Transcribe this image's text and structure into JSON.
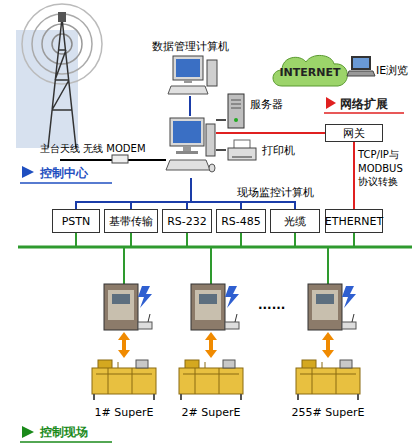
{
  "diagram": {
    "nodes": [
      {
        "text": [
          "数据管理计算机"
        ]
      },
      {
        "text": [
          "服务器"
        ]
      },
      {
        "text": [
          "打印机"
        ]
      },
      {
        "text": [
          "现场监控计算机"
        ]
      },
      {
        "text": [
          "INTERNET"
        ]
      },
      {
        "text": [
          "IE浏览"
        ]
      },
      {
        "text": [
          "网关"
        ]
      },
      {
        "text": [
          "PSTN"
        ]
      },
      {
        "text": [
          "基带传输"
        ]
      },
      {
        "text": [
          "RS-232"
        ]
      },
      {
        "text": [
          "RS-485"
        ]
      },
      {
        "text": [
          "光缆"
        ]
      },
      {
        "text": [
          "ETHERNET"
        ]
      },
      {
        "text": [
          "1# SuperE"
        ]
      },
      {
        "text": [
          "2# SuperE"
        ]
      },
      {
        "text": [
          "255# SuperE"
        ]
      }
    ],
    "edges": [
      {
        "from": 0,
        "to": 3,
        "arrow": "none"
      },
      {
        "from": 3,
        "to": 1,
        "arrow": "none"
      },
      {
        "from": 3,
        "to": 2,
        "arrow": "none"
      },
      {
        "from": 3,
        "to": 6,
        "arrow": "none"
      },
      {
        "from": 3,
        "to": 7,
        "arrow": "none"
      },
      {
        "from": 3,
        "to": 8,
        "arrow": "none"
      },
      {
        "from": 3,
        "to": 9,
        "arrow": "none"
      },
      {
        "from": 3,
        "to": 10,
        "arrow": "none"
      },
      {
        "from": 3,
        "to": 11,
        "arrow": "none"
      },
      {
        "from": 6,
        "to": 12,
        "label": "TCP/IP与 MODBUS 协议转换",
        "arrow": "none"
      },
      {
        "from": 7,
        "to": 13,
        "arrow": "none"
      },
      {
        "from": 7,
        "to": 14,
        "arrow": "none"
      },
      {
        "from": 7,
        "to": 15,
        "arrow": "none"
      },
      {
        "from": 8,
        "to": 13,
        "arrow": "none"
      },
      {
        "from": 8,
        "to": 14,
        "arrow": "none"
      },
      {
        "from": 8,
        "to": 15,
        "arrow": "none"
      },
      {
        "from": 9,
        "to": 13,
        "arrow": "none"
      },
      {
        "from": 9,
        "to": 14,
        "arrow": "none"
      },
      {
        "from": 9,
        "to": 15,
        "arrow": "none"
      },
      {
        "from": 10,
        "to": 13,
        "arrow": "none"
      },
      {
        "from": 10,
        "to": 14,
        "arrow": "none"
      },
      {
        "from": 10,
        "to": 15,
        "arrow": "none"
      },
      {
        "from": 11,
        "to": 13,
        "arrow": "none"
      },
      {
        "from": 11,
        "to": 14,
        "arrow": "none"
      },
      {
        "from": 11,
        "to": 15,
        "arrow": "none"
      },
      {
        "from": 12,
        "to": 13,
        "arrow": "none"
      },
      {
        "from": 12,
        "to": 14,
        "arrow": "none"
      },
      {
        "from": 12,
        "to": 15,
        "arrow": "none"
      }
    ],
    "labels": [
      "主台天线 无线 MODEM",
      "控制中心",
      "网络扩展",
      "......",
      "控制现场"
    ]
  }
}
